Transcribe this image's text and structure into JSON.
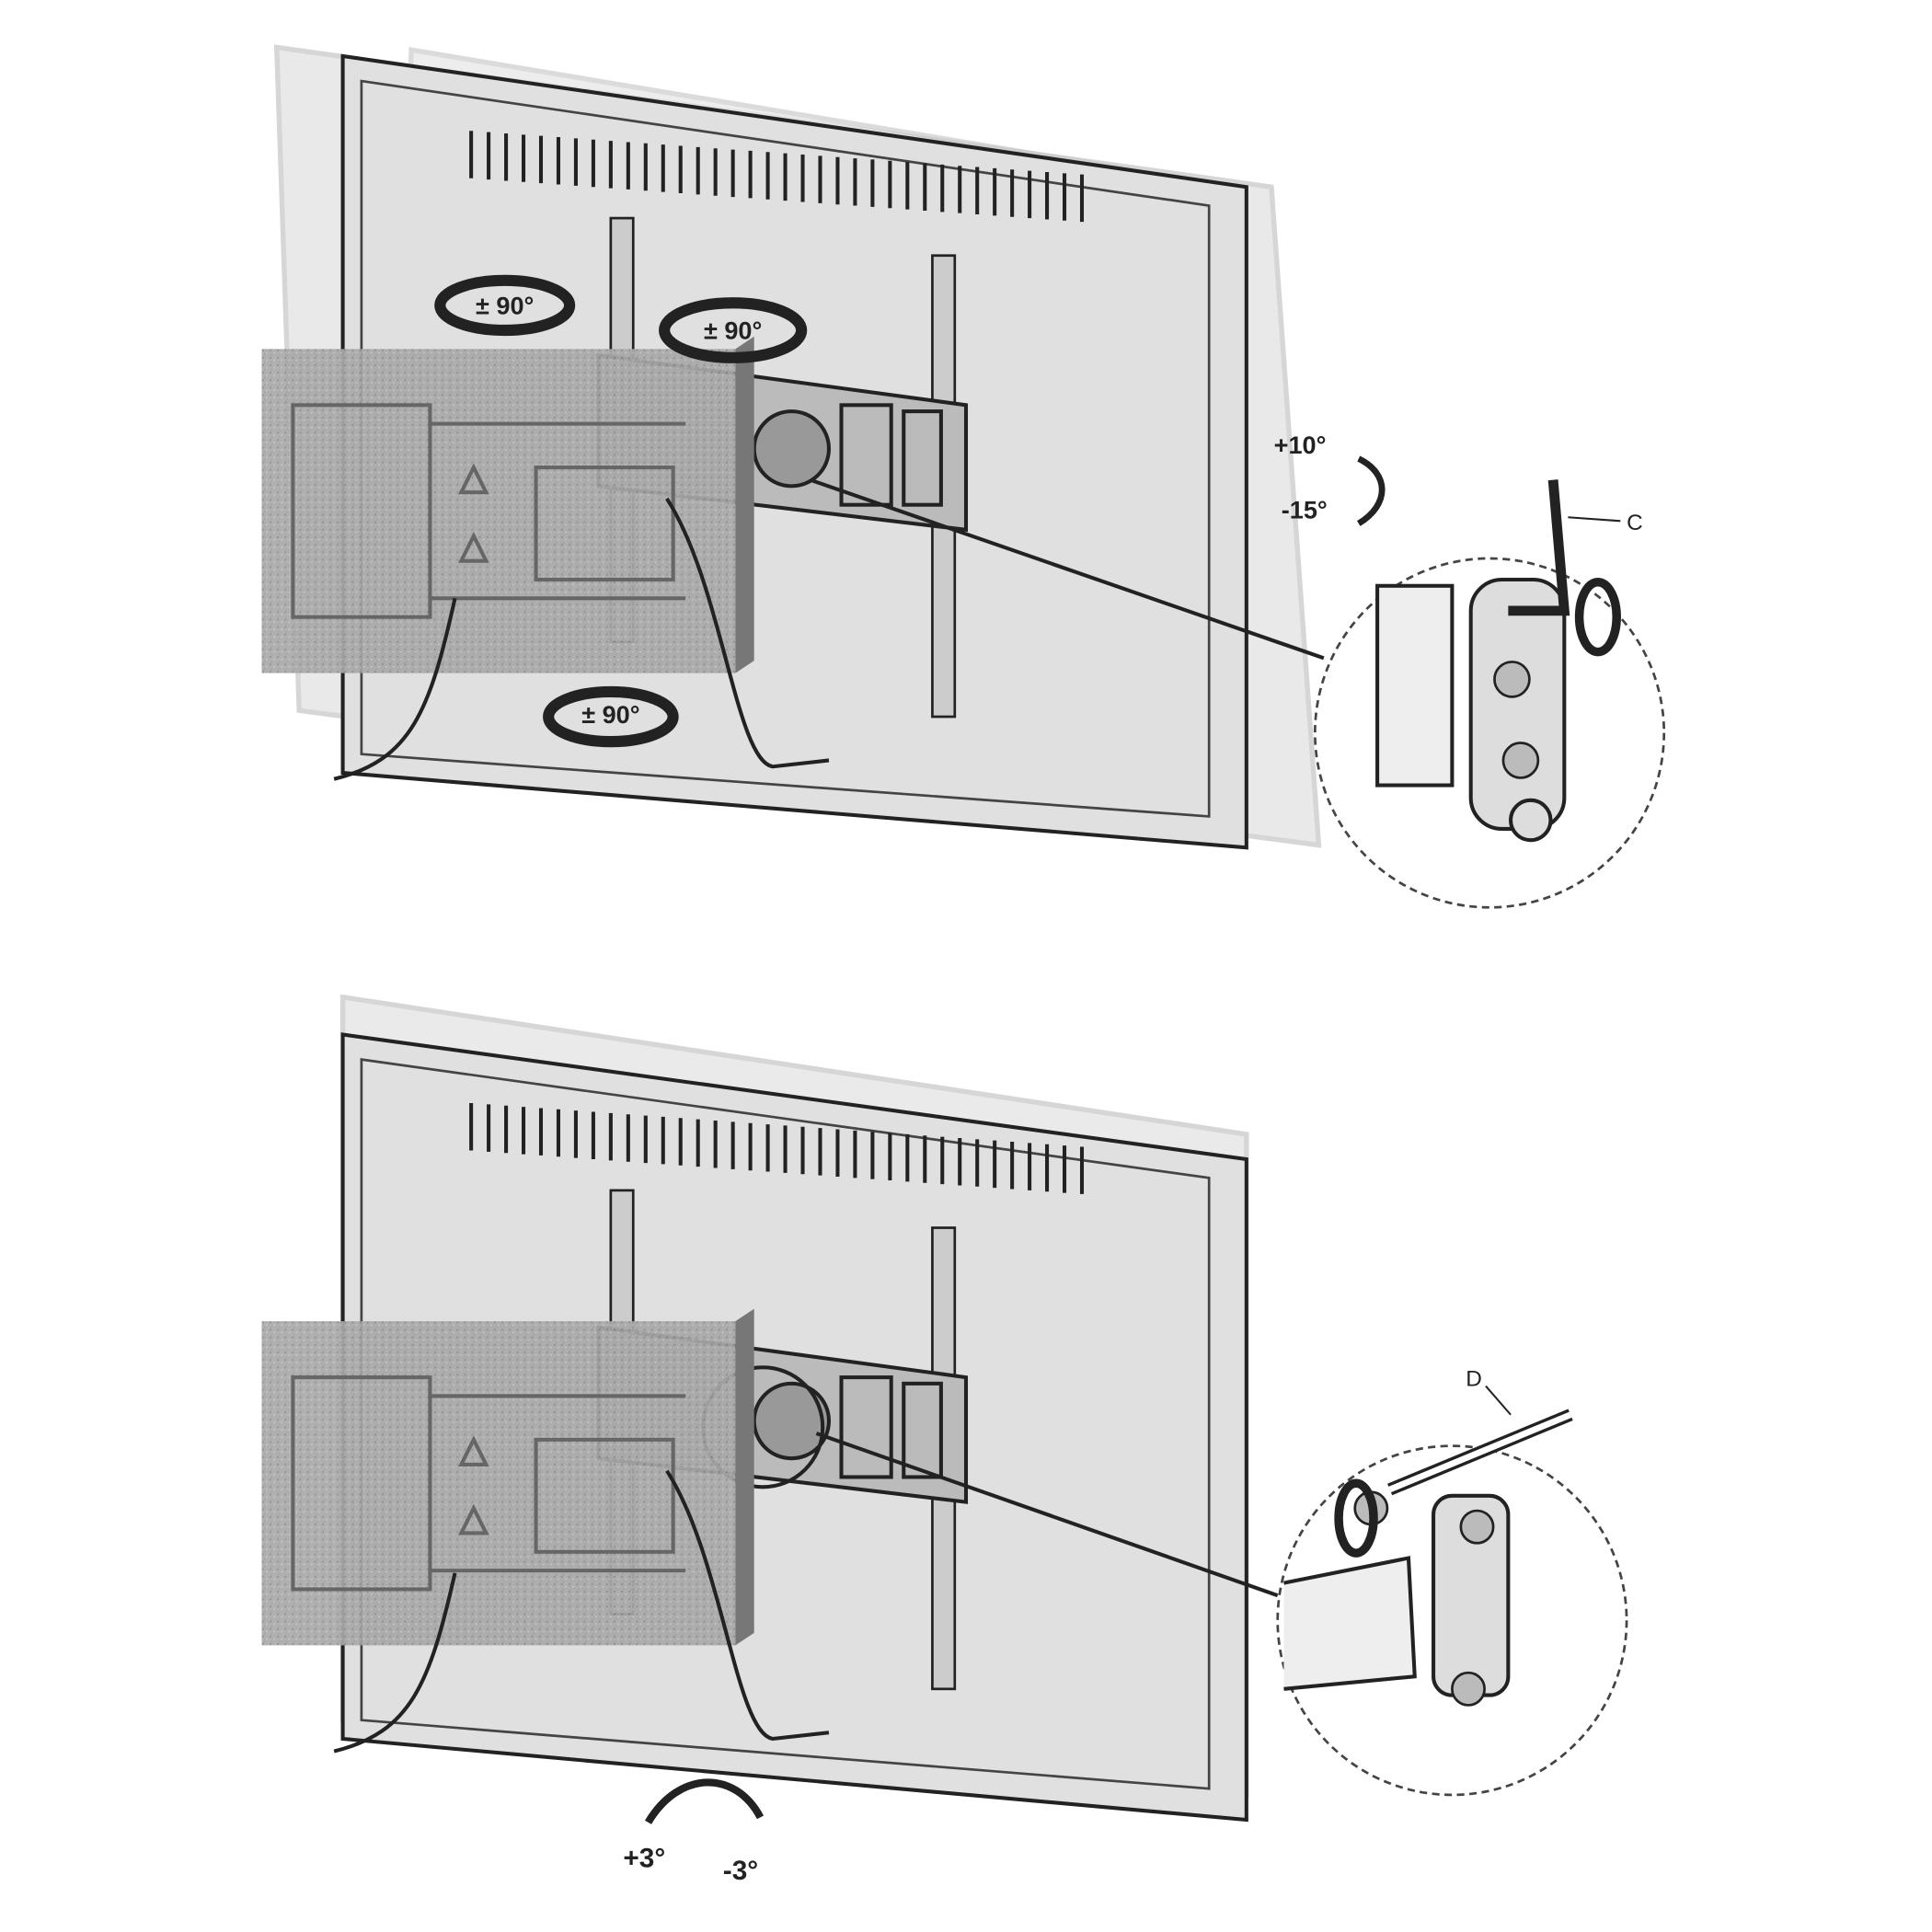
{
  "top_panel": {
    "swivel_labels": [
      "± 90°",
      "± 90°",
      "± 90°"
    ],
    "tilt_up": "+10°",
    "tilt_down": "-15°",
    "part_label": "C"
  },
  "bottom_panel": {
    "part_label": "D",
    "level_plus": "+3°",
    "level_minus": "-3°"
  }
}
